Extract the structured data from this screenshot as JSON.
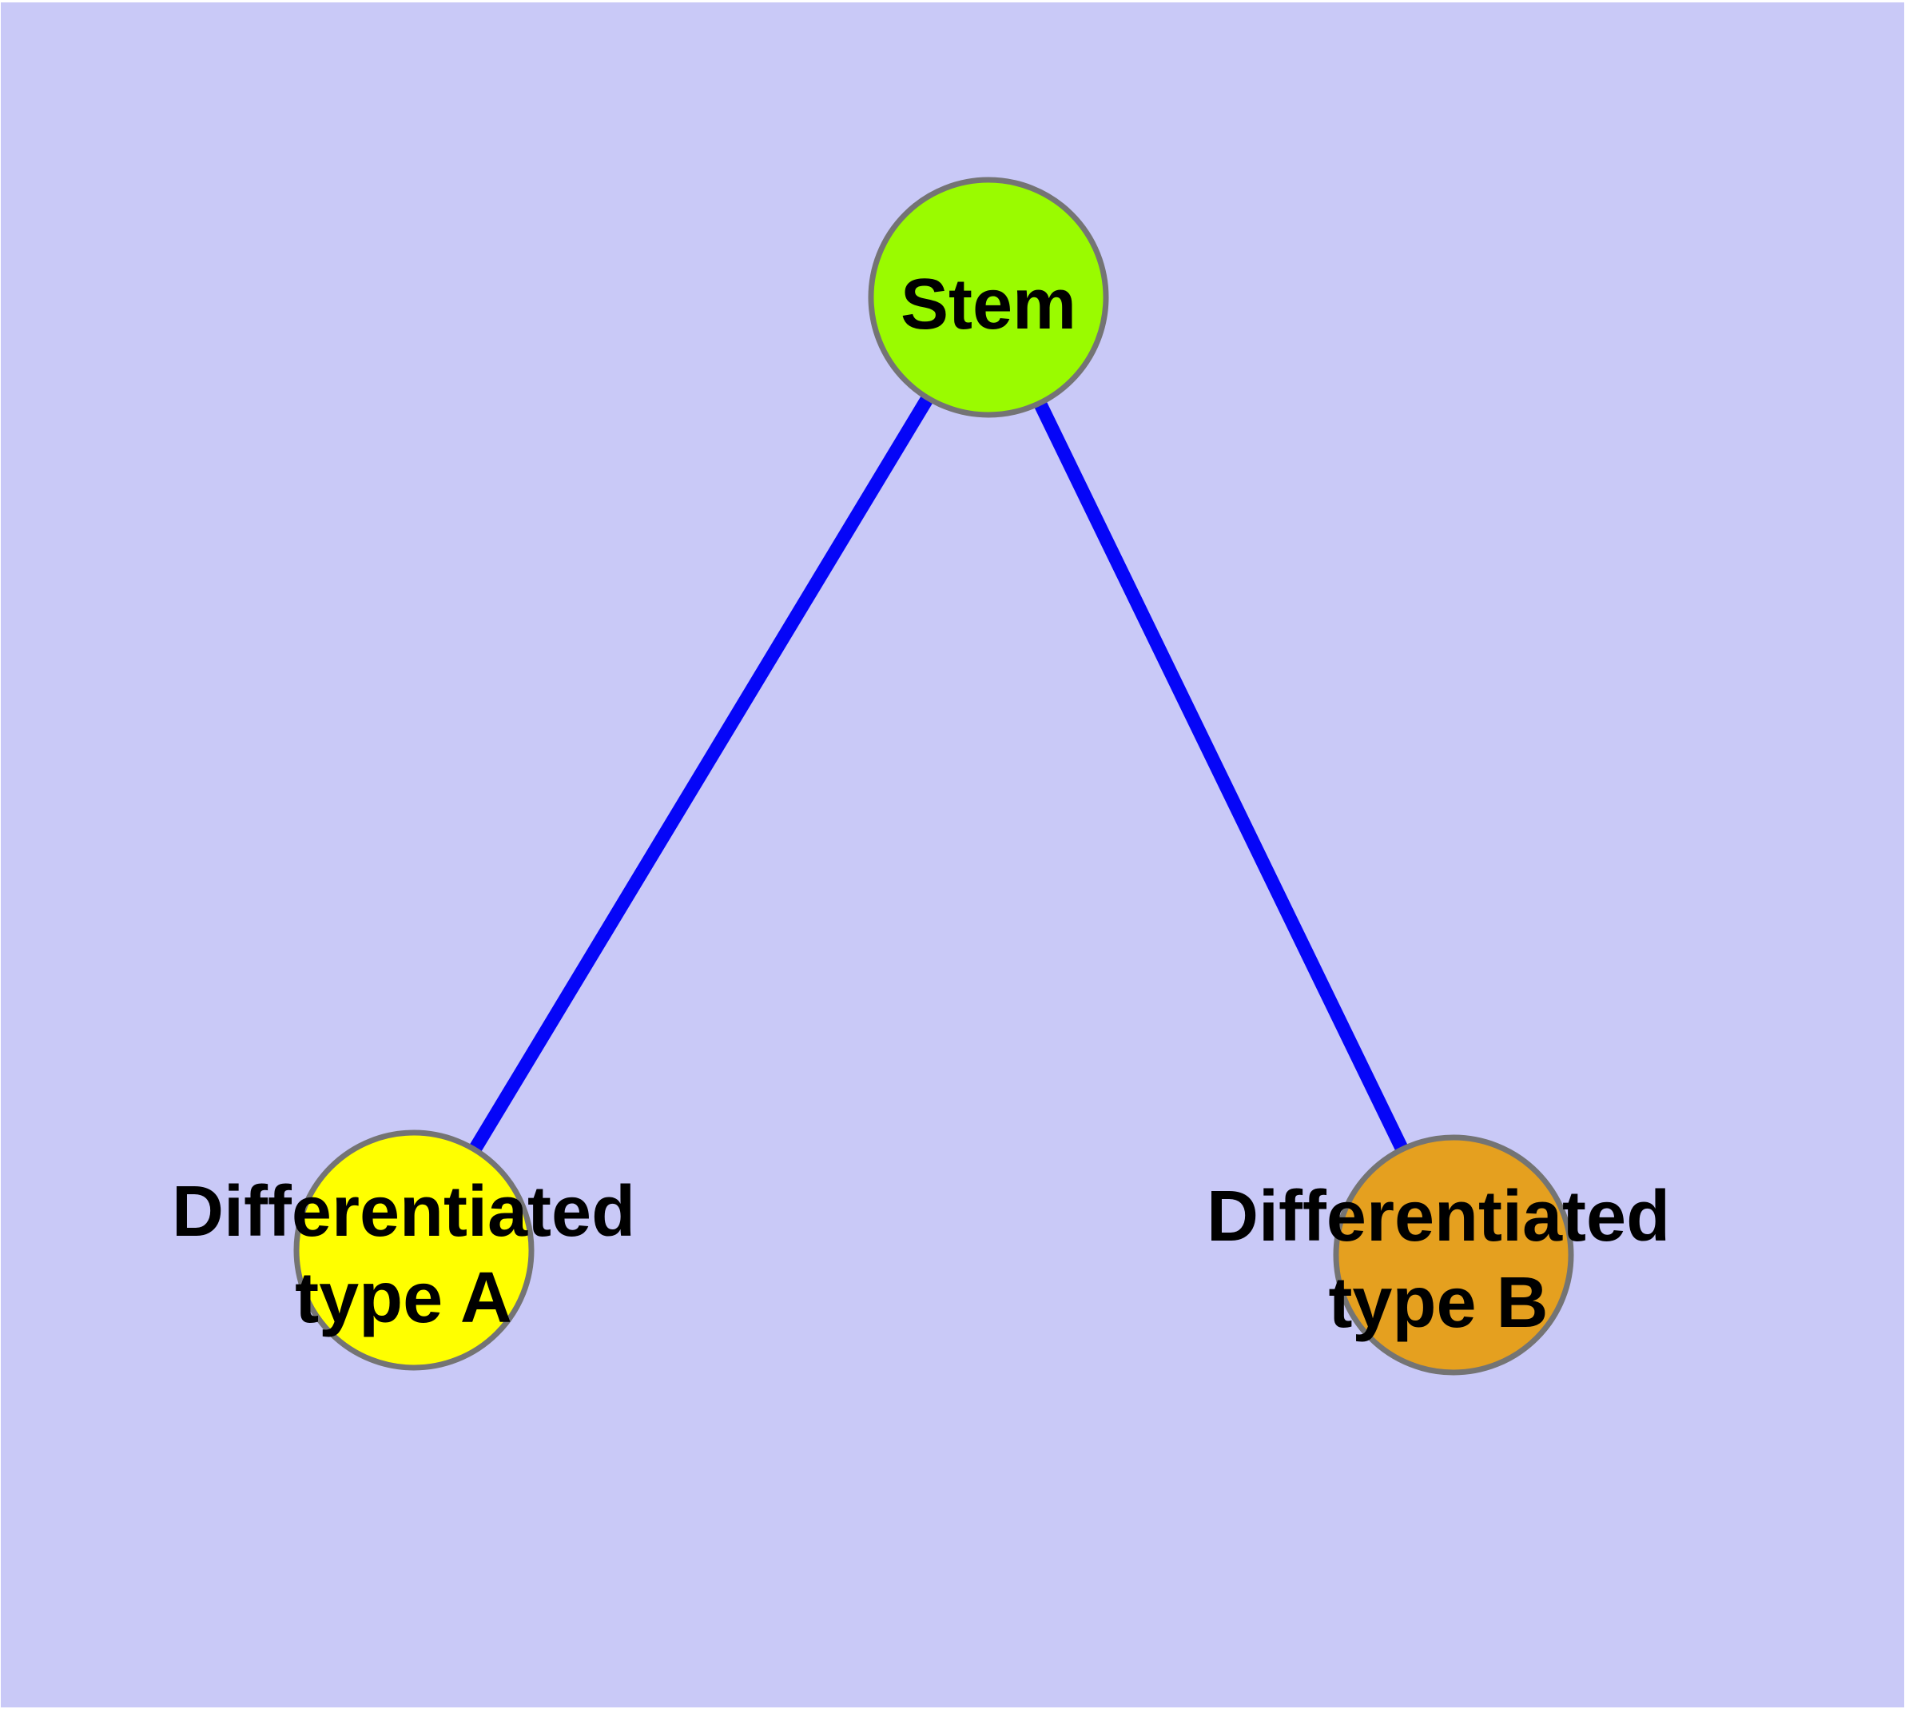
{
  "diagram": {
    "background_color": "#c9c9f7",
    "frame_color": "#ffffff",
    "edge_color": "#0505f8",
    "node_border_color": "#747474",
    "label_color": "#000000",
    "nodes": [
      {
        "id": "stem",
        "lines": [
          "Stem"
        ],
        "fill": "#9afb00"
      },
      {
        "id": "differentiated-type-a",
        "lines": [
          "Differentiated",
          "type A"
        ],
        "fill": "#ffff00"
      },
      {
        "id": "differentiated-type-b",
        "lines": [
          "Differentiated",
          "type B"
        ],
        "fill": "#e5a01f"
      }
    ],
    "edges": [
      {
        "from": "stem",
        "to": "differentiated-type-a"
      },
      {
        "from": "stem",
        "to": "differentiated-type-b"
      }
    ]
  }
}
